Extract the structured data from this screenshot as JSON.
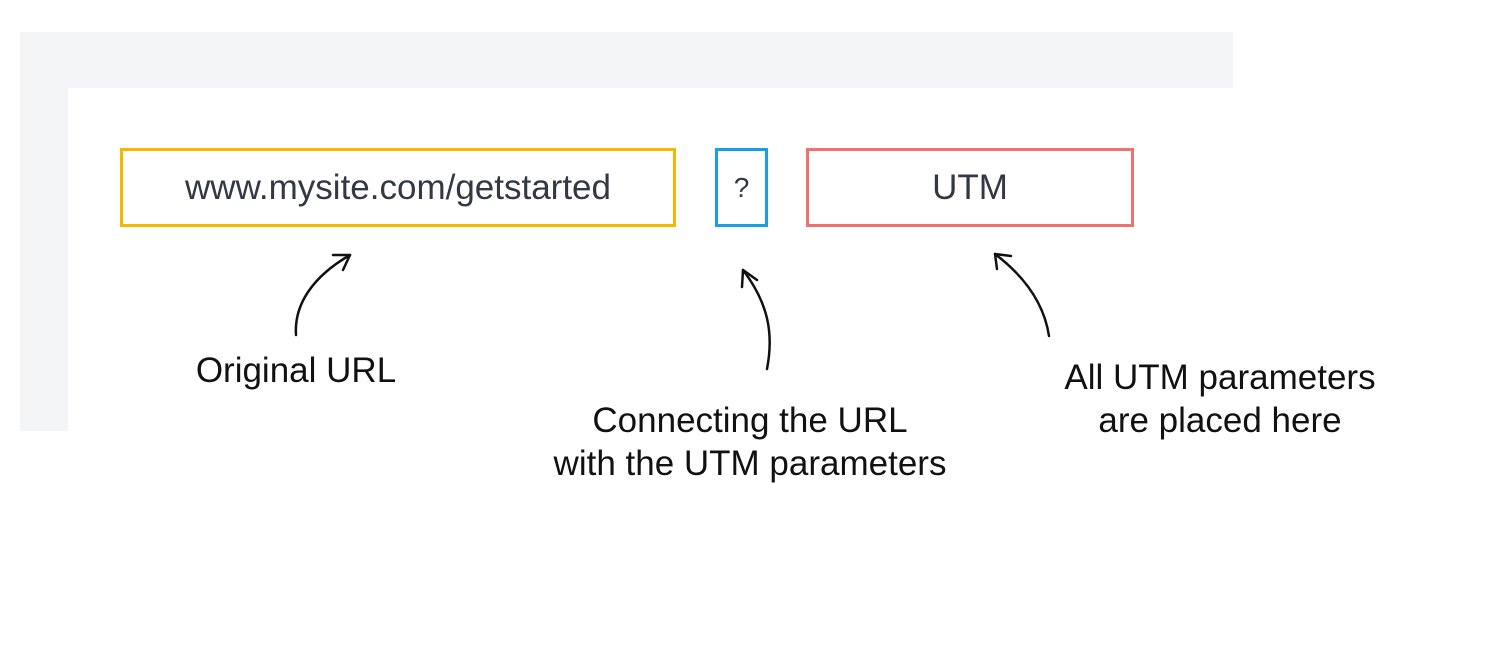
{
  "segments": {
    "url": {
      "text": "www.mysite.com/getstarted",
      "border_color": "#f5b800"
    },
    "separator": {
      "text": "?",
      "border_color": "#1a9fe0"
    },
    "utm": {
      "text": "UTM",
      "border_color": "#ee7370"
    }
  },
  "captions": {
    "url": {
      "lines": [
        "Original URL"
      ]
    },
    "separator": {
      "lines": [
        "Connecting the URL",
        "with the UTM parameters"
      ]
    },
    "utm": {
      "lines": [
        "All UTM parameters",
        "are placed here"
      ]
    }
  },
  "colors": {
    "background_band": "#f4f5f7",
    "box_text": "#333844",
    "caption_text": "#111111",
    "arrow": "#111111"
  }
}
